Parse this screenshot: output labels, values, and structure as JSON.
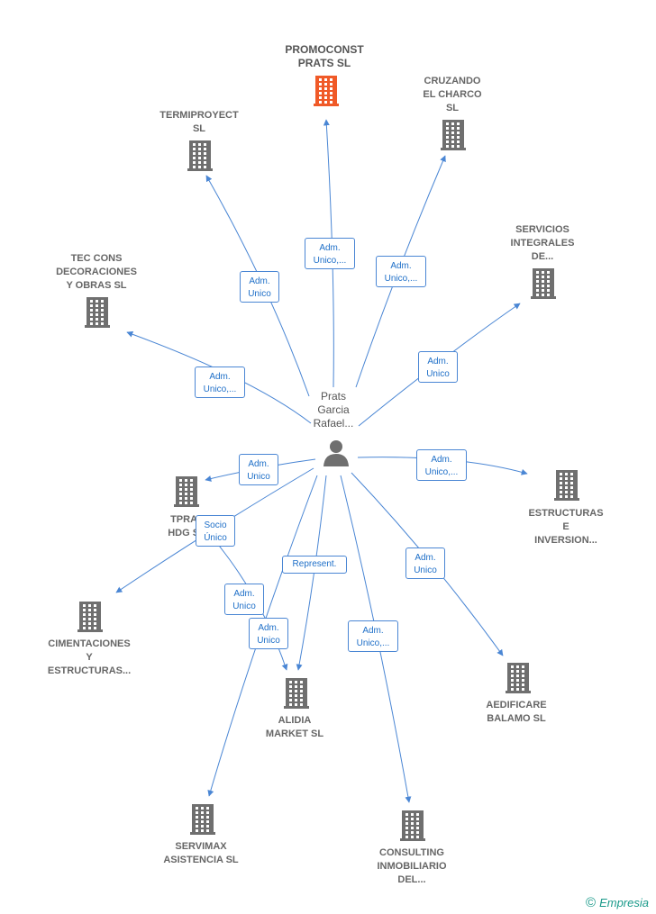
{
  "center": {
    "name": "Prats\nGarcia\nRafael..."
  },
  "companies": [
    {
      "id": "promoconst",
      "name": "PROMOCONST\nPRATS  SL",
      "focus": true
    },
    {
      "id": "cruzando",
      "name": "CRUZANDO\nEL CHARCO\nSL"
    },
    {
      "id": "termiproyect",
      "name": "TERMIPROYECT\nSL"
    },
    {
      "id": "servicios",
      "name": "SERVICIOS\nINTEGRALES\nDE..."
    },
    {
      "id": "teccons",
      "name": "TEC CONS\nDECORACIONES\nY OBRAS  SL"
    },
    {
      "id": "tprat",
      "name": "TPRAT\nHDG  SL"
    },
    {
      "id": "estructuras",
      "name": "ESTRUCTURAS\nE\nINVERSION..."
    },
    {
      "id": "cimentaciones",
      "name": "CIMENTACIONES\nY\nESTRUCTURAS..."
    },
    {
      "id": "aedificare",
      "name": "AEDIFICARE\nBALAMO  SL"
    },
    {
      "id": "alidia",
      "name": "ALIDIA\nMARKET  SL"
    },
    {
      "id": "servimax",
      "name": "SERVIMAX\nASISTENCIA SL"
    },
    {
      "id": "consulting",
      "name": "CONSULTING\nINMOBILIARIO\nDEL..."
    }
  ],
  "relations": [
    {
      "to": "promoconst",
      "label": "Adm.\nUnico,..."
    },
    {
      "to": "cruzando",
      "label": "Adm.\nUnico,..."
    },
    {
      "to": "termiproyect",
      "label": "Adm.\nUnico"
    },
    {
      "to": "servicios",
      "label": "Adm.\nUnico"
    },
    {
      "to": "teccons",
      "label": "Adm.\nUnico,..."
    },
    {
      "to": "tprat",
      "label": "Adm.\nUnico"
    },
    {
      "to": "estructuras",
      "label": "Adm.\nUnico,..."
    },
    {
      "to": "cimentaciones",
      "label": "Socio\nÚnico"
    },
    {
      "to": "aedificare",
      "label": "Adm.\nUnico"
    },
    {
      "to": "alidia",
      "label": "Represent."
    },
    {
      "to": "alidia",
      "label": "Adm.\nUnico"
    },
    {
      "to": "servimax",
      "label": "Adm.\nUnico"
    },
    {
      "to": "consulting",
      "label": "Adm.\nUnico,..."
    }
  ],
  "colors": {
    "edge": "#4a86d4",
    "building": "#6f6f6f",
    "focus_building": "#f05a28",
    "person": "#6f6f6f"
  },
  "icons": {
    "company": "building-icon",
    "person": "person-icon"
  },
  "brand": {
    "copyright": "©",
    "name": "Empresia"
  }
}
